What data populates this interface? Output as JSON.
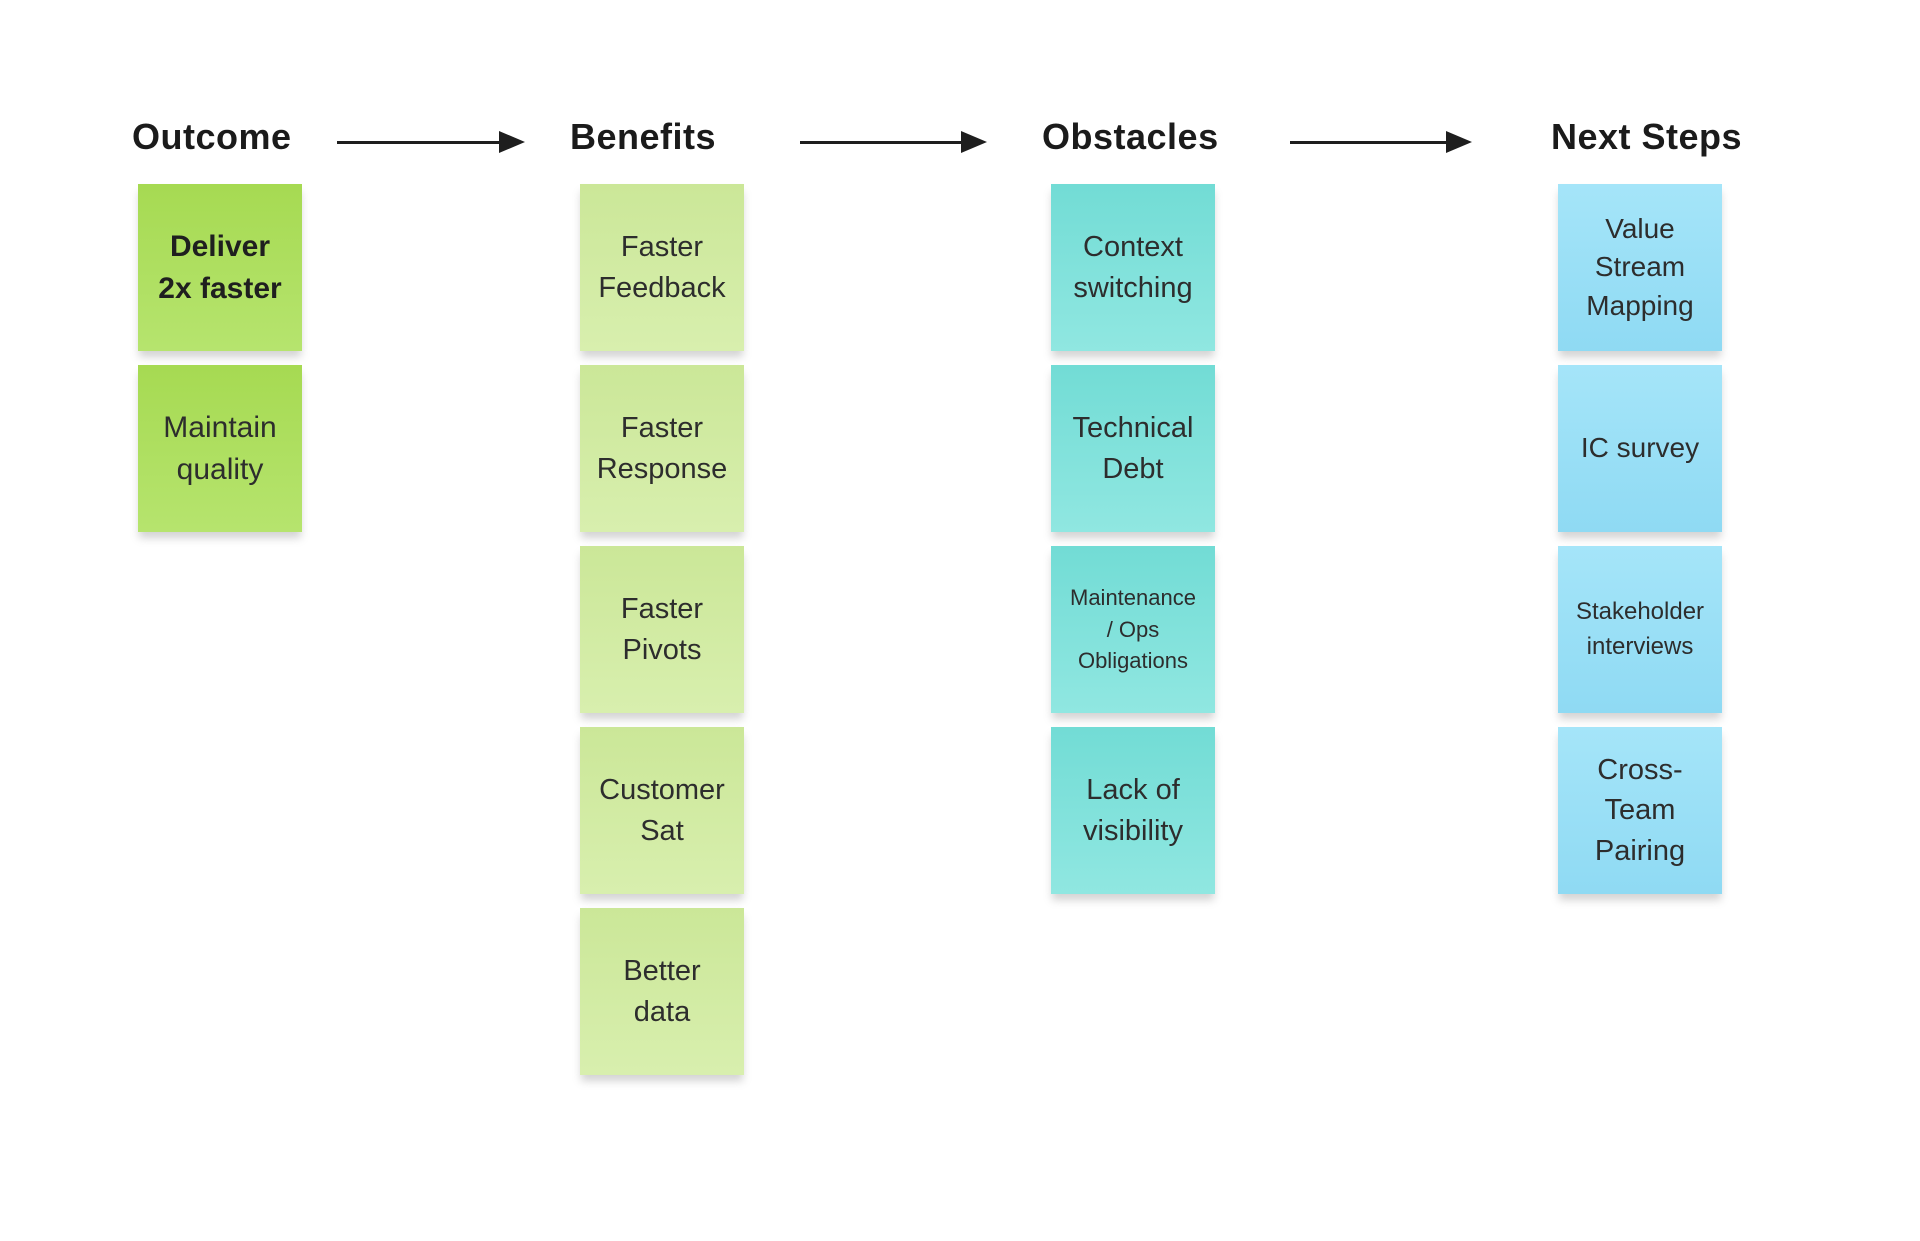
{
  "board": {
    "background": "#ffffff",
    "heading_color": "#1b1b1b",
    "arrow_color": "#1e1e1e",
    "note_text_color": "#2d2d2d"
  },
  "columns": [
    {
      "title": "Outcome",
      "note_colors": {
        "top": "#a6da52",
        "bottom": "#b6e46e"
      },
      "notes": [
        {
          "lines": [
            "Deliver",
            "2x faster"
          ],
          "bold": true
        },
        {
          "lines": [
            "Maintain",
            "quality"
          ]
        }
      ]
    },
    {
      "title": "Benefits",
      "note_colors": {
        "top": "#cbe798",
        "bottom": "#d8efae"
      },
      "notes": [
        {
          "lines": [
            "Faster",
            "Feedback"
          ]
        },
        {
          "lines": [
            "Faster",
            "Response"
          ]
        },
        {
          "lines": [
            "Faster",
            "Pivots"
          ]
        },
        {
          "lines": [
            "Customer",
            "Sat"
          ]
        },
        {
          "lines": [
            "Better",
            "data"
          ]
        }
      ]
    },
    {
      "title": "Obstacles",
      "note_colors": {
        "top": "#72dcd5",
        "bottom": "#90e7e1"
      },
      "notes": [
        {
          "lines": [
            "Context",
            "switching"
          ]
        },
        {
          "lines": [
            "Technical",
            "Debt"
          ]
        },
        {
          "lines": [
            "Maintenance",
            "/ Ops",
            "Obligations"
          ]
        },
        {
          "lines": [
            "Lack of",
            "visibility"
          ]
        }
      ]
    },
    {
      "title": "Next Steps",
      "note_colors": {
        "top": "#a5e5f9",
        "bottom": "#8fdaf3"
      },
      "notes": [
        {
          "lines": [
            "Value",
            "Stream",
            "Mapping"
          ]
        },
        {
          "lines": [
            "IC survey"
          ]
        },
        {
          "lines": [
            "Stakeholder",
            "interviews"
          ]
        },
        {
          "lines": [
            "Cross-",
            "Team",
            "Pairing"
          ]
        }
      ]
    }
  ],
  "arrows": [
    {
      "from": "Outcome",
      "to": "Benefits"
    },
    {
      "from": "Benefits",
      "to": "Obstacles"
    },
    {
      "from": "Obstacles",
      "to": "Next Steps"
    }
  ]
}
